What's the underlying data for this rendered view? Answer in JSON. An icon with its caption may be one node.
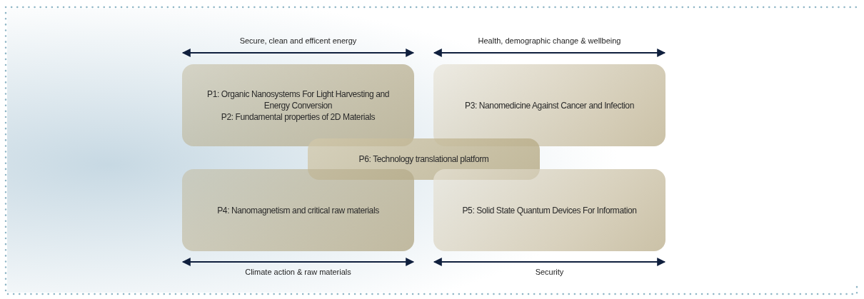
{
  "diagram": {
    "nodes": [
      {
        "text": [
          "P1: Organic Nanosystems For Light Harvesting and Energy Conversion",
          "P2: Fundamental properties of 2D Materials"
        ]
      },
      {
        "text": [
          "P3: Nanomedicine Against Cancer and Infection"
        ]
      },
      {
        "text": [
          "P6: Technology translational platform"
        ]
      },
      {
        "text": [
          "P4: Nanomagnetism and critical raw materials"
        ]
      },
      {
        "text": [
          "P5: Solid State Quantum Devices For Information"
        ]
      }
    ],
    "labels": [
      "Secure, clean and efficent energy",
      "Health, demographic change & wellbeing",
      "Climate action & raw materials",
      "Security"
    ]
  }
}
